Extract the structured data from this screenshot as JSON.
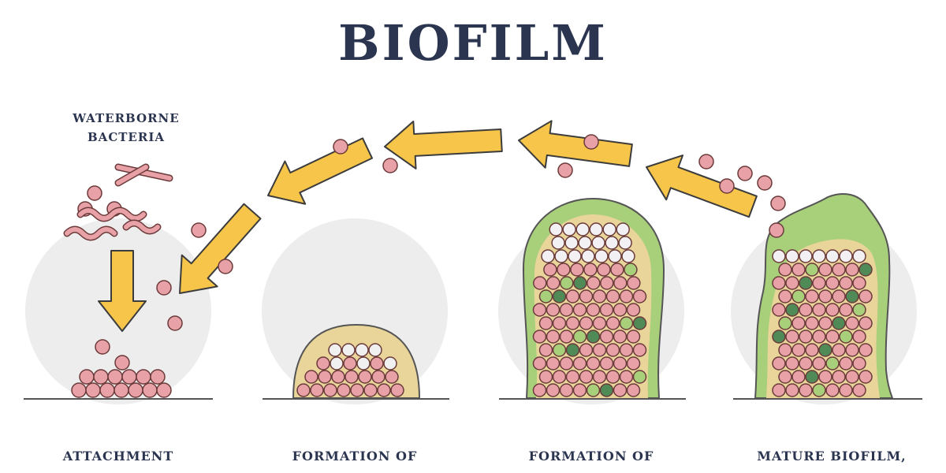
{
  "title": "BIOFILM",
  "source_label_line1": "WATERBORNE",
  "source_label_line2": "BACTERIA",
  "stages": [
    {
      "label": "ATTACHMENT"
    },
    {
      "label": "FORMATION OF"
    },
    {
      "label": "FORMATION OF"
    },
    {
      "label": "MATURE BIOFILM,"
    }
  ],
  "colors": {
    "title": "#2b3550",
    "arrow_fill": "#f6c54a",
    "arrow_stroke": "#3c3c3c",
    "bacteria_fill": "#e8a1a6",
    "bacteria_stroke": "#6b3a3a",
    "matrix_fill": "#e9d59a",
    "matrix_green": "#a8cf7a",
    "dark_green": "#4f8a57",
    "halo": "#ededed"
  }
}
